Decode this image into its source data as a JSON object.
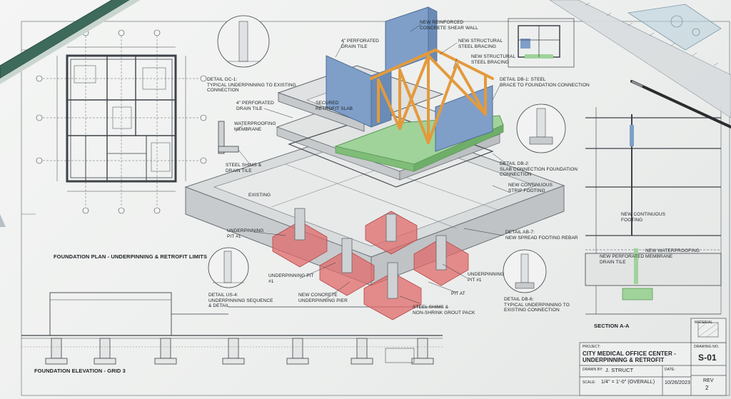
{
  "plan": {
    "title": "FOUNDATION PLAN - UNDERPINNING & RETROFIT LIMITS"
  },
  "elevation": {
    "title": "FOUNDATION ELEVATION - GRID 3"
  },
  "section": {
    "title": "SECTION A-A"
  },
  "callouts": {
    "detail_left": "DETAIL OC-1:\nTYPICAL UNDERPINNING TO EXISTING\nCONNECTION",
    "perforated_top": "4\" PERFORATED\nDRAIN TILE",
    "reinforced_wall": "NEW REINFORCED\nCONCRETE SHEAR WALL",
    "structural_steel": "NEW STRUCTURAL\nSTEEL BRACING",
    "steel_bracing2": "NEW STRUCTURAL\nSTEEL BRACING",
    "detail_brace": "DETAIL DB-1: STEEL\nBRACE TO FOUNDATION CONNECTION",
    "perforated_mid": "4\" PERFORATED\nDRAIN TILE",
    "retrofit_slab": "SECURED\nRETROFIT SLAB",
    "waterproofing": "WATERPROOFING\nMEMBRANE",
    "steel_shims": "STEEL SHIMS &\nDRAIN TILE",
    "existing": "EXISTING",
    "detail_footing": "DETAIL DB-2:\nSLAB CONNECTION FOUNDATION\nCONNECTION",
    "new_continuous": "NEW CONTINUOUS\nSTRIP FOOTING",
    "underpinning_pit1": "UNDERPINNING\nPIT #1",
    "underpinning_pit": "UNDERPINNING PIT\n#1",
    "detail_us": "DETAIL US-4:\nUNDERPINNING SEQUENCE\n& DETAIL",
    "new_concrete": "NEW CONCRETE\nUNDERPINNING PIER",
    "steel_shims2": "STEEL SHIMS &\nNON-SHRINK GROUT PACK",
    "underpinning_pit3": "UNDERPINNING\nPIT #1",
    "pit_at": "PIT AT",
    "detail_footing_rebar": "DETAIL AB-7:\nNEW SPREAD FOOTING REBAR",
    "detail_right": "DETAIL DB-6:\nTYPICAL UNDERPINNING TO\nEXISTING CONNECTION",
    "new_footing": "NEW CONTINUOUS\nFOOTING",
    "new_perforated": "NEW PERFORATED\nDRAIN TILE",
    "new_waterproof": "NEW WATERPROOFING\nMEMBRANE"
  },
  "title_block": {
    "project_label": "PROJECT:",
    "project_name": "CITY MEDICAL OFFICE CENTER -\nUNDERPINNING & RETROFIT",
    "drawn_label": "DRAWN BY:",
    "drawn_value": "J. STRUCT",
    "scale_label": "SCALE:",
    "scale_value": "1/4\" = 1'-0\" (OVERALL)",
    "date_label": "DATE:",
    "date_value": "10/26/2023",
    "drawing_no_label": "DRAWING NO.",
    "drawing_no": "S-01",
    "rev_label": "REV",
    "rev_value": "2",
    "material_label": "MATERIAL"
  },
  "colors": {
    "shear_wall": "#7f9fc9",
    "steel": "#e39a3c",
    "slab": "#9fd39a",
    "pit": "#e06a6a",
    "line": "#3a3f44"
  }
}
